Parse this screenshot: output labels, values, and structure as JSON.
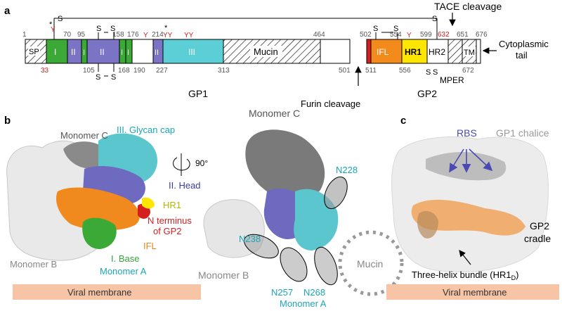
{
  "panel_labels": {
    "a": "a",
    "b": "b",
    "c": "c"
  },
  "panel_a": {
    "sp": "SP",
    "domain_I": "I",
    "domain_II": "II",
    "domain_III": "III",
    "mucin": "Mucin",
    "ifl": "IFL",
    "hr1": "HR1",
    "hr2": "HR2",
    "tm": "TM",
    "ss": "S",
    "star": "*",
    "y": "Y",
    "yy": "YY",
    "pos_top": {
      "p1": "1",
      "p70": "70",
      "p95": "95",
      "p158": "158",
      "p176": "176",
      "p214": "214",
      "p464": "464",
      "p502": "502",
      "p554": "554",
      "p599": "599",
      "p651": "651",
      "p676": "676"
    },
    "pos_top_red": {
      "p632": "632"
    },
    "pos_bottom": {
      "p105": "105",
      "p168": "168",
      "p190": "190",
      "p227": "227",
      "p313": "313",
      "p501": "501",
      "p511": "511",
      "p556": "556",
      "p672": "672"
    },
    "pos_bottom_red": {
      "p33": "33"
    },
    "tace": "TACE cleavage",
    "cyto1": "Cytoplasmic",
    "cyto2": "tail",
    "furin": "Furin cleavage",
    "mper": "MPER",
    "gp1": "GP1",
    "gp2": "GP2"
  },
  "panel_b": {
    "monomer_c_left": "Monomer C",
    "glycan_cap": "III. Glycan cap",
    "rotation": "90°",
    "head": "II. Head",
    "hr1": "HR1",
    "nterm1": "N terminus",
    "nterm2": "of GP2",
    "ifl": "IFL",
    "base": "I. Base",
    "monomer_a_left": "Monomer A",
    "monomer_b_left": "Monomer B",
    "viral_membrane": "Viral membrane",
    "monomer_c_right": "Monomer C",
    "n228": "N228",
    "n238": "N238",
    "n257": "N257",
    "n268": "N268",
    "monomer_a_right": "Monomer A",
    "monomer_b_right": "Monomer B",
    "mucin": "Mucin"
  },
  "panel_c": {
    "rbs": "RBS",
    "gp1_chalice": "GP1 chalice",
    "gp2_1": "GP2",
    "gp2_2": "cradle",
    "three_helix": "Three-helix bundle (HR1",
    "sub_d": "D",
    "close_paren": ")",
    "viral_membrane": "Viral membrane"
  },
  "colors": {
    "domain_I": "#3aa935",
    "domain_II": "#7b73c4",
    "domain_III": "#5ccfd6",
    "ifl": "#f28b1c",
    "hr1": "#ffe600",
    "nterm_red": "#d51e1e",
    "membrane": "#f7c4a5",
    "rbs_blue": "#4a4ab2",
    "cyan_text": "#1aa6b7",
    "navy_text": "#3c3c9c",
    "yellow_text": "#b5b500",
    "orange_text": "#e58a1b",
    "green_text": "#37a33a"
  }
}
